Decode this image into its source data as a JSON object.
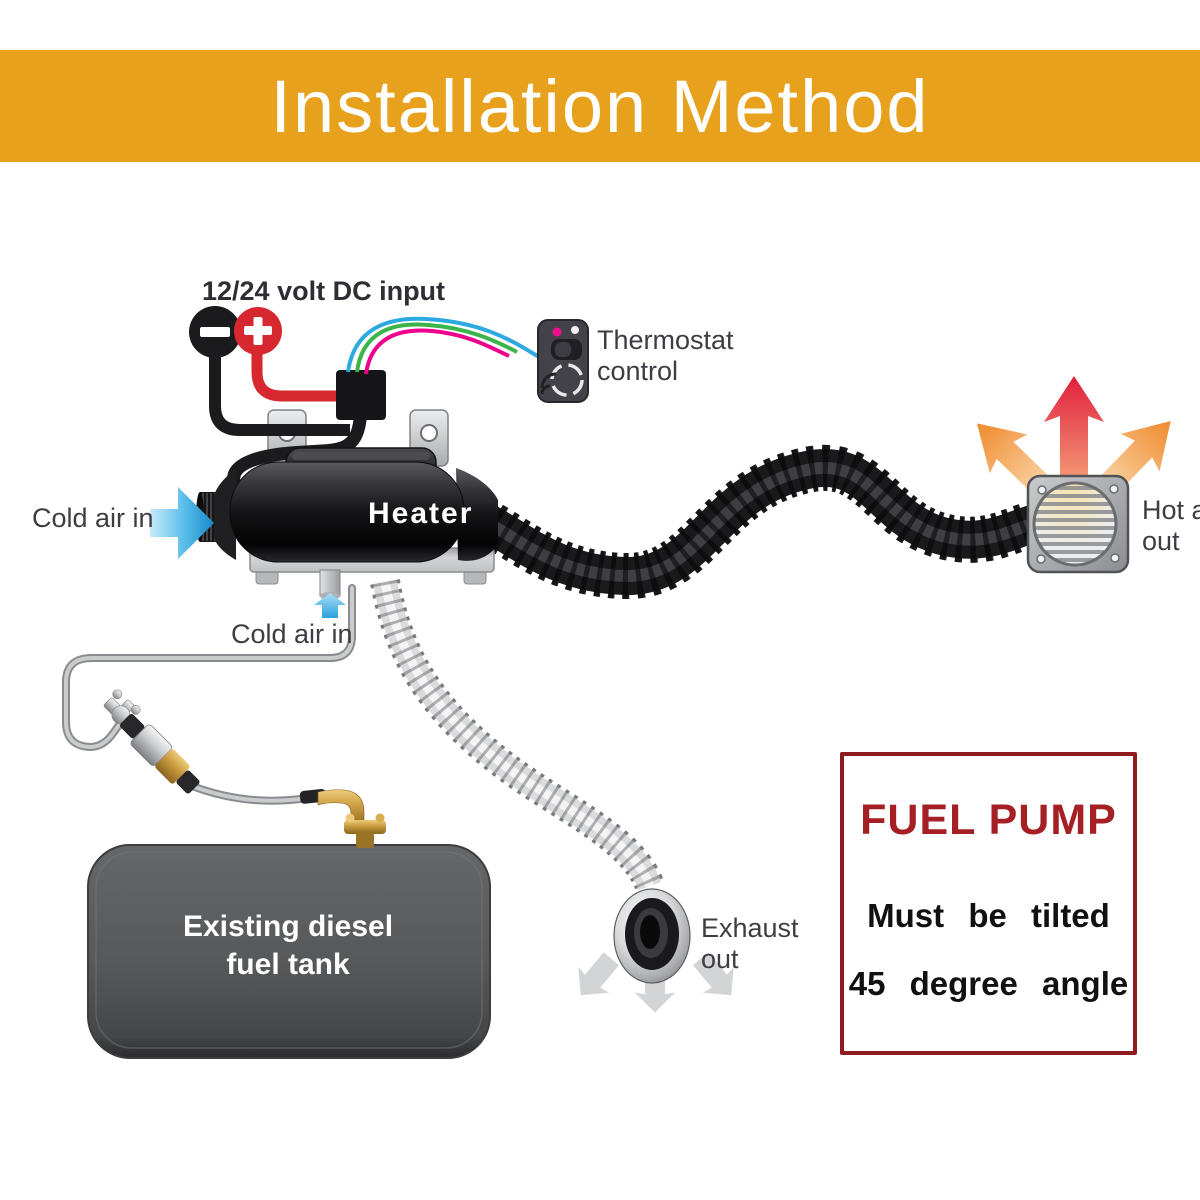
{
  "banner": {
    "title": "Installation Method"
  },
  "diagram": {
    "dc_input_label": "12/24 volt DC input",
    "thermostat_label_line1": "Thermostat",
    "thermostat_label_line2": "control",
    "cold_air_left_label": "Cold air in",
    "cold_air_bottom_label": "Cold air in",
    "heater_label": "Heater",
    "hot_air_label_line1": "Hot air",
    "hot_air_label_line2": "out",
    "exhaust_label_line1": "Exhaust",
    "exhaust_label_line2": "out",
    "tank_label_line1": "Existing diesel",
    "tank_label_line2": "fuel tank"
  },
  "fuel_pump_note": {
    "title": "FUEL PUMP",
    "line1": "Must be tilted",
    "line2": "45 degree angle"
  },
  "colors": {
    "banner_bg": "#E8A11C",
    "banner_text": "#FFFFFF",
    "label_text": "#3E3D43",
    "note_border": "#8F1B1E",
    "note_title_red": "#A42025",
    "positive_wire_red": "#D7282F",
    "negative_wire_black": "#1B1B1D",
    "control_wire_cyan": "#2BA9E0",
    "control_wire_green": "#3BB54A",
    "control_wire_magenta": "#EC008C",
    "cold_air_blue": "#2AA7DF",
    "hot_arrow_red": "#E01F3D",
    "hot_arrow_orange": "#F2913D",
    "tank_gray": "#58595B"
  }
}
